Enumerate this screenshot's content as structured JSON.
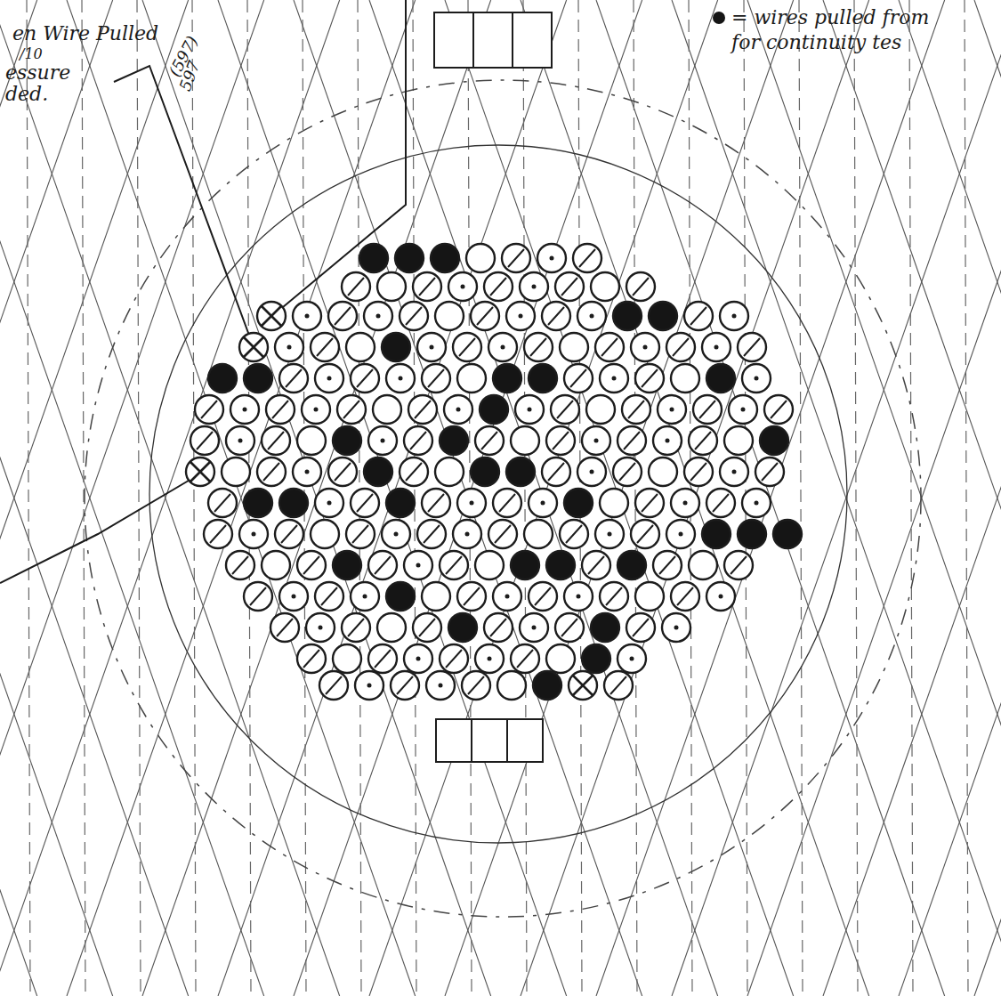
{
  "diagram": {
    "labels": [
      "en Wire Pulled",
      "/10",
      "essure",
      "ded.",
      "(597)",
      "597"
    ],
    "legend": [
      {
        "text": "= wires pulled from for continuity tes"
      }
    ]
  }
}
